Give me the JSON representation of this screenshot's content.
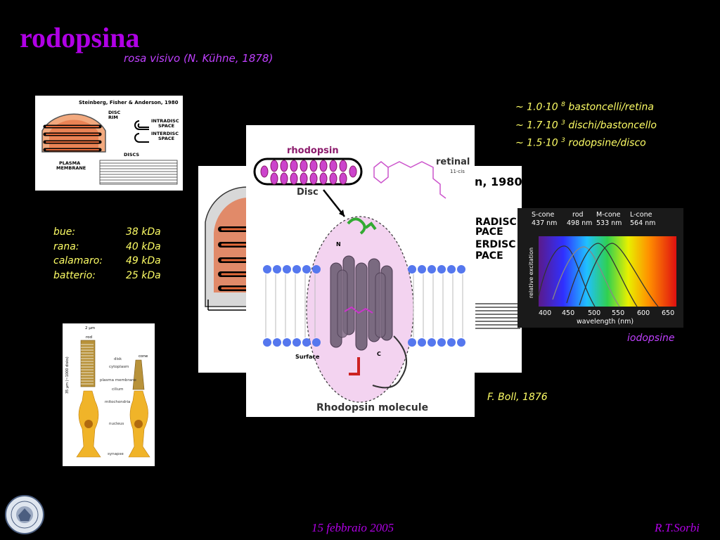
{
  "slide": {
    "title": "rodopsina",
    "subtitle": "rosa visivo (N. Kühne, 1878)",
    "stats": [
      {
        "prefix": "~ 1.0·10 ",
        "exp": "8",
        "suffix": " bastoncelli/retina"
      },
      {
        "prefix": "~ 1.7·10 ",
        "exp": "3",
        "suffix": " dischi/bastoncello"
      },
      {
        "prefix": "~ 1.5·10 ",
        "exp": "3",
        "suffix": " rodopsine/disco"
      }
    ],
    "masses": [
      {
        "name": "bue:",
        "value": "38 kDa"
      },
      {
        "name": "rana:",
        "value": "40 kDa"
      },
      {
        "name": "calamaro:",
        "value": "49 kDa"
      },
      {
        "name": "batterio:",
        "value": "25 kDa"
      }
    ],
    "iodopsin_caption": "iodopsine",
    "boll_caption": "F. Boll, 1876",
    "footer_date": "15 febbraio 2005",
    "footer_author": "R.T.Sorbi"
  },
  "disc_figure": {
    "credit": "Steinberg, Fisher & Anderson, 1980",
    "disc_rim": "DISC RIM",
    "intradisc": "INTRADISC SPACE",
    "interdisc": "INTERDISC SPACE",
    "discs": "DISCS",
    "plasma": "PLASMA MEMBRANE",
    "bg_year": "n, 1980",
    "bg_radisc": "RADISC",
    "bg_pace": "PACE",
    "bg_erdisc": "ERDISC",
    "bg_pace2": "PACE"
  },
  "rhodopsin_figure": {
    "rhodopsin_label": "rhodopsin",
    "disc_label": "Disc",
    "retinal_label": "retinal",
    "cis_label": "11-cis",
    "surface_label": "Surface",
    "n_label": "N",
    "c_label": "C",
    "molecule_label": "Rhodopsin molecule"
  },
  "cone_figure": {
    "cones": [
      {
        "name": "S-cone",
        "nm": "437 nm"
      },
      {
        "name": "rod",
        "nm": "498 nm"
      },
      {
        "name": "M-cone",
        "nm": "533 nm"
      },
      {
        "name": "L-cone",
        "nm": "564 nm"
      }
    ],
    "ylabel": "relative excitation",
    "xlabel": "wavelength (nm)",
    "ticks": [
      "400",
      "450",
      "500",
      "550",
      "600",
      "650"
    ]
  },
  "cell_figure": {
    "scale": "2 µm",
    "rod": "rod",
    "cone": "cone",
    "disk": "disk",
    "cytoplasm": "cytoplasm",
    "plasma_membrane": "plasma membrane",
    "cilium": "cilium",
    "mitochondria": "mitochondria",
    "nucleus": "nucleus",
    "synapse": "synapse",
    "side": "35 µm (~1000 disks)"
  }
}
